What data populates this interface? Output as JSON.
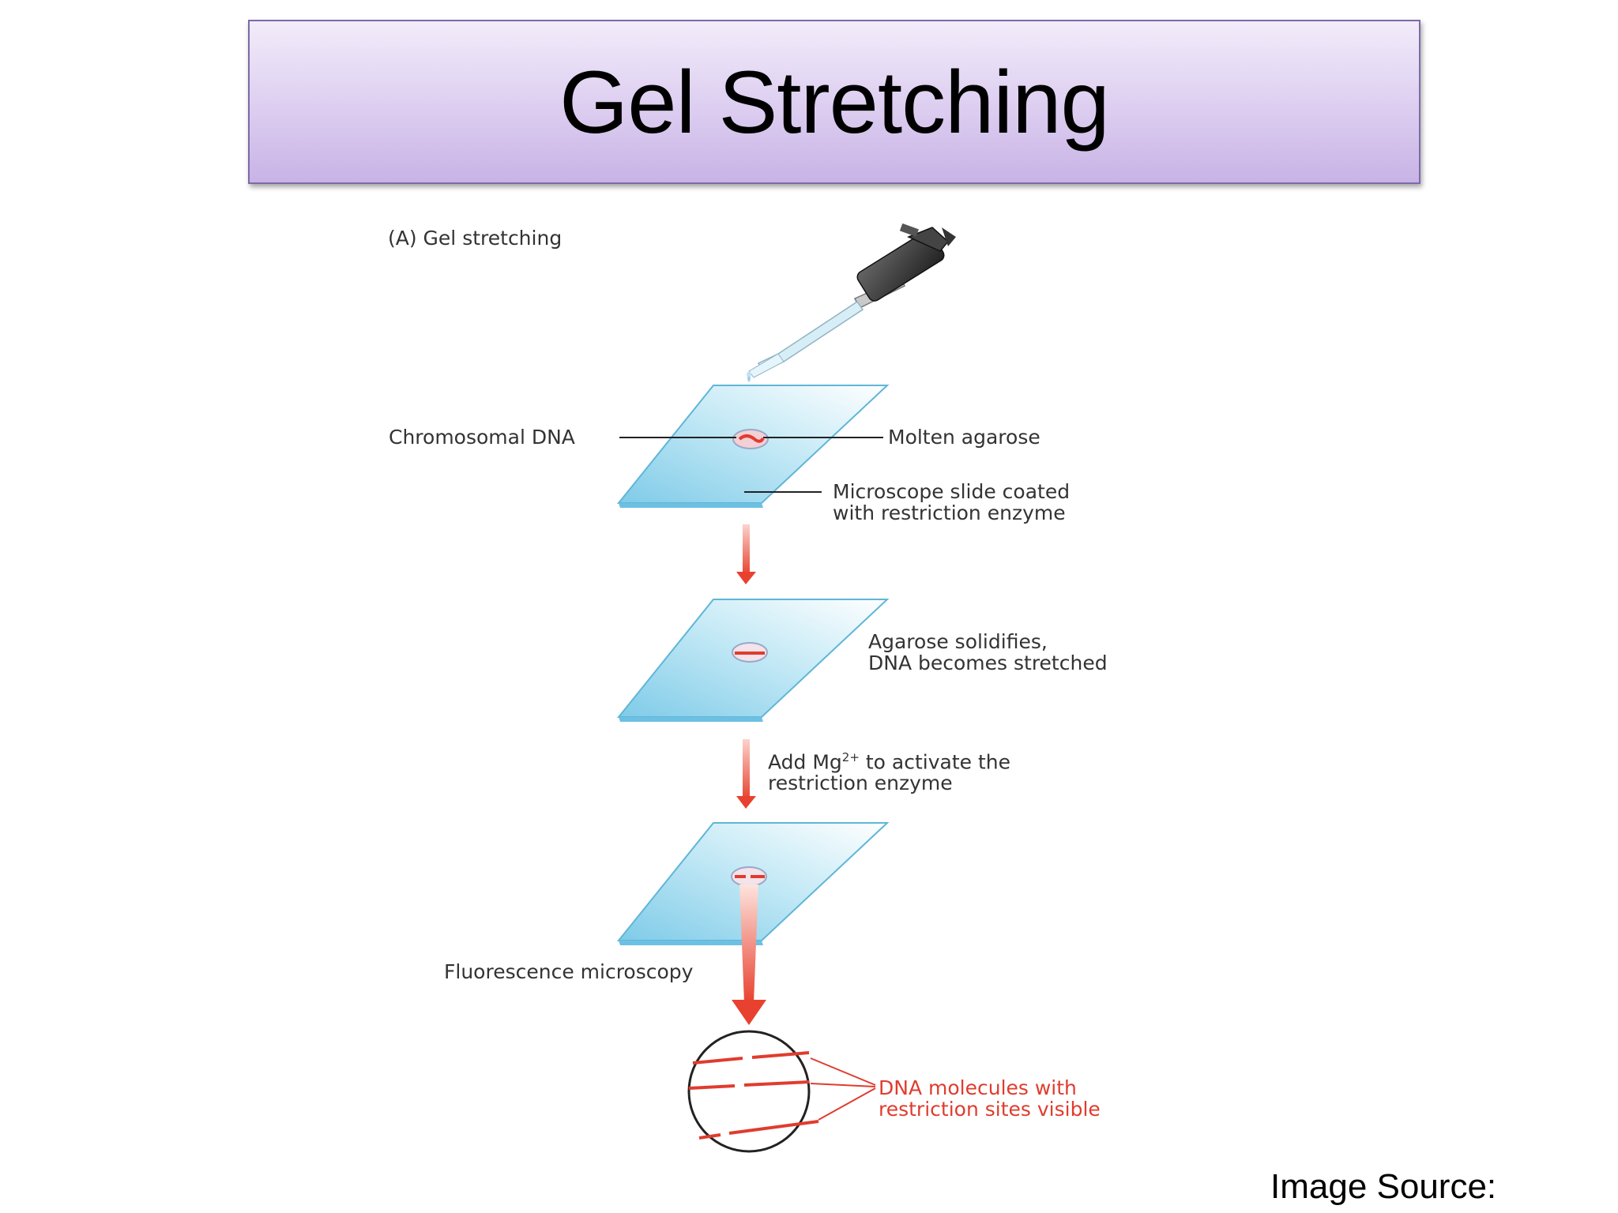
{
  "slide": {
    "title": "Gel Stretching",
    "image_source_label": "Image Source:"
  },
  "diagram": {
    "panel_label": "(A) Gel stretching",
    "labels": {
      "chromosomal_dna": "Chromosomal DNA",
      "molten_agarose": "Molten agarose",
      "slide_coated_line1": "Microscope slide coated",
      "slide_coated_line2": "with restriction enzyme",
      "solidifies_line1": "Agarose solidifies,",
      "solidifies_line2": "DNA becomes stretched",
      "add_mg_prefix": "Add Mg",
      "add_mg_superscript": "2+",
      "add_mg_suffix": " to activate the",
      "add_mg_line2": "restriction enzyme",
      "fluorescence": "Fluorescence microscopy",
      "dna_molecules_line1": "DNA molecules with",
      "dna_molecules_line2": "restriction sites visible"
    },
    "colors": {
      "slide": "#a8dcef",
      "arrow": "#e8412f",
      "dna": "#e03c2e",
      "title_border": "#7e6aa8"
    }
  }
}
